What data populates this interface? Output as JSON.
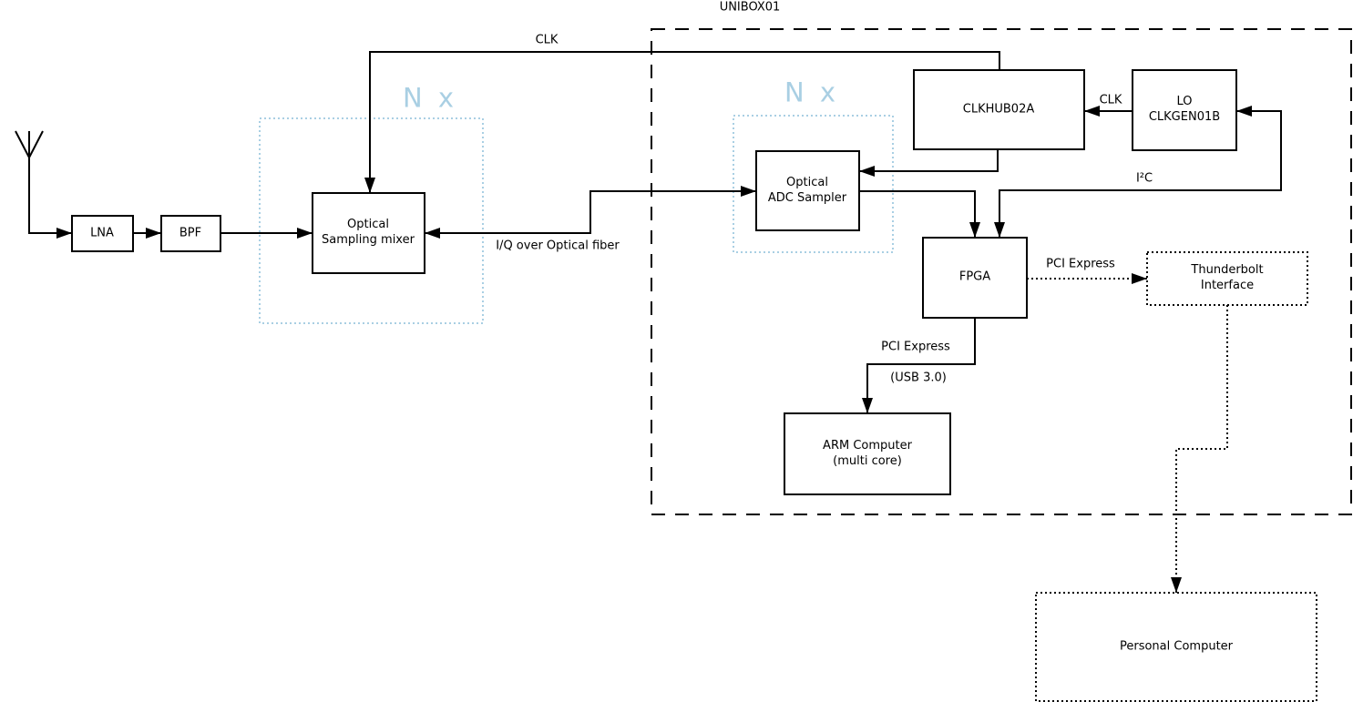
{
  "title": "UNIBOX01",
  "colors": {
    "line": "#000000",
    "accent_blue": "#a9cfe3",
    "background": "#ffffff",
    "text": "#000000"
  },
  "blocks": {
    "lna": {
      "label": "LNA"
    },
    "bpf": {
      "label": "BPF"
    },
    "mixer": {
      "label": "Optical\nSampling mixer"
    },
    "adc": {
      "label": "Optical\nADC Sampler"
    },
    "clkhub": {
      "label": "CLKHUB02A"
    },
    "lo": {
      "label": "LO\nCLKGEN01B"
    },
    "fpga": {
      "label": "FPGA"
    },
    "arm": {
      "label": "ARM Computer\n(multi core)"
    },
    "thunderbolt": {
      "label": "Thunderbolt Interface"
    },
    "pc": {
      "label": "Personal Computer"
    }
  },
  "labels": {
    "unibox_title": "UNIBOX01",
    "nx_left": "N x",
    "nx_right": "N x",
    "clk_main": "CLK",
    "clk_lo": "CLK",
    "iq_fiber": "I/Q over Optical fiber",
    "i2c": "I²C",
    "pcie_thunderbolt": "PCI Express",
    "pcie_arm": "PCI Express",
    "usb": "(USB 3.0)"
  },
  "connections": [
    {
      "from": "antenna",
      "to": "lna",
      "style": "solid-arrow"
    },
    {
      "from": "lna",
      "to": "bpf",
      "style": "solid-arrow"
    },
    {
      "from": "bpf",
      "to": "mixer",
      "style": "solid-arrow"
    },
    {
      "from": "clkhub",
      "to": "mixer",
      "label": "CLK",
      "style": "solid-arrow"
    },
    {
      "from": "mixer",
      "to": "adc",
      "label": "I/Q over Optical fiber",
      "style": "solid-double-arrow"
    },
    {
      "from": "clkhub",
      "to": "adc",
      "style": "solid-arrow"
    },
    {
      "from": "adc",
      "to": "fpga",
      "style": "solid-arrow"
    },
    {
      "from": "lo",
      "to": "clkhub",
      "label": "CLK",
      "style": "solid-arrow"
    },
    {
      "from": "fpga",
      "to": "lo",
      "label": "I²C",
      "style": "solid-double-arrow"
    },
    {
      "from": "fpga",
      "to": "thunderbolt",
      "label": "PCI Express",
      "style": "dotted-arrow"
    },
    {
      "from": "fpga",
      "to": "arm",
      "label": "PCI Express (USB 3.0)",
      "style": "solid-arrow"
    },
    {
      "from": "thunderbolt",
      "to": "pc",
      "style": "dotted-arrow"
    }
  ]
}
